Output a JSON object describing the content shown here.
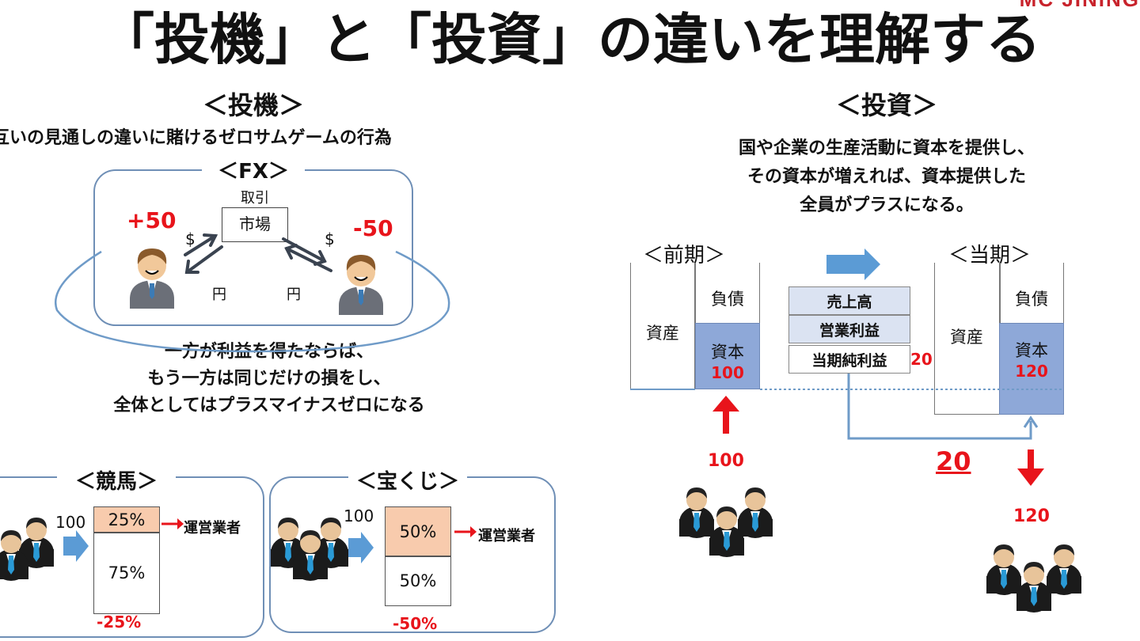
{
  "logo": "MC JINING",
  "title": "「投機」と「投資」の違いを理解する",
  "speculation": {
    "heading": "＜投機＞",
    "description": "互いの見通しの違いに賭けるゼロサムゲームの行為",
    "fx": {
      "label": "＜FX＞",
      "trade": "取引",
      "market": "市場",
      "gain": "+50",
      "loss": "-50",
      "dollar_left": "$",
      "dollar_right": "$",
      "yen_left": "円",
      "yen_right": "円"
    },
    "conclusion": [
      "一方が利益を得たならば、",
      "もう一方は同じだけの損をし、",
      "全体としてはプラスマイナスゼロになる"
    ],
    "keiba": {
      "label": "＜競馬＞",
      "input": "100",
      "top_pct": "25%",
      "bottom_pct": "75%",
      "operator": "運営業者",
      "result": "-25%"
    },
    "lottery": {
      "label": "＜宝くじ＞",
      "input": "100",
      "top_pct": "50%",
      "bottom_pct": "50%",
      "operator": "運営業者",
      "result": "-50%"
    }
  },
  "investment": {
    "heading": "＜投資＞",
    "description": [
      "国や企業の生産活動に資本を提供し、",
      "その資本が増えれば、資本提供した",
      "全員がプラスになる。"
    ],
    "previous": {
      "label": "＜前期＞",
      "assets": "資産",
      "liabilities": "負債",
      "capital": "資本",
      "capital_value": "100"
    },
    "current": {
      "label": "＜当期＞",
      "assets": "資産",
      "liabilities": "負債",
      "capital": "資本",
      "capital_value": "120"
    },
    "pl": {
      "sales": "売上高",
      "operating_profit": "営業利益",
      "net_profit": "当期純利益",
      "net_profit_value": "20"
    },
    "invest_in": "100",
    "gain": "20",
    "return_out": "120"
  },
  "colors": {
    "accent_red": "#e8141b",
    "capital_blue": "#8ea8d8",
    "arrow_blue": "#5b9bd5",
    "orange_share": "#f8cbad",
    "frame_blue": "#6f8fb6"
  }
}
